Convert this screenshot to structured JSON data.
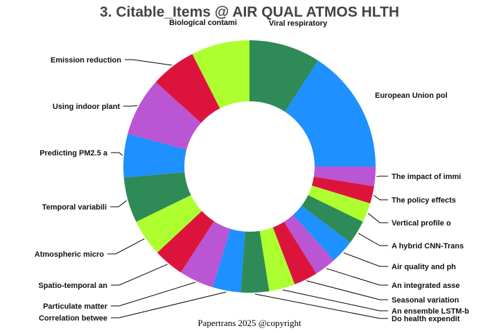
{
  "chart_data": {
    "type": "pie",
    "donut": true,
    "title": "3. Citable_Items @ AIR QUAL ATMOS HLTH",
    "footer": "Papertrans 2025 @copyright",
    "colors": [
      "#2e8b57",
      "#1e90ff",
      "#ba55d3",
      "#dc143c",
      "#adff2f"
    ],
    "slices": [
      {
        "label": "Viral respiratory",
        "value": 33
      },
      {
        "label": "European Union pol",
        "value": 57
      },
      {
        "label": "The impact of immi",
        "value": 9
      },
      {
        "label": "The policy effects",
        "value": 8
      },
      {
        "label": "Vertical profile o",
        "value": 9
      },
      {
        "label": "A hybrid CNN-Trans",
        "value": 11
      },
      {
        "label": "Air quality and ph",
        "value": 11
      },
      {
        "label": "An integrated asse",
        "value": 10
      },
      {
        "label": "Seasonal variation",
        "value": 11
      },
      {
        "label": "An ensemble LSTM-b",
        "value": 12
      },
      {
        "label": "Do health expendit",
        "value": 13
      },
      {
        "label": "Correlation betwee",
        "value": 13
      },
      {
        "label": "Particulate matter",
        "value": 16
      },
      {
        "label": "Spatio-temporal an",
        "value": 14
      },
      {
        "label": "Atmospheric micro",
        "value": 17
      },
      {
        "label": "Temporal variabili",
        "value": 21
      },
      {
        "label": "Predicting PM2.5 a",
        "value": 20
      },
      {
        "label": "Using indoor plant",
        "value": 27
      },
      {
        "label": "Emission reduction",
        "value": 21
      },
      {
        "label": "Biological contami",
        "value": 27
      }
    ]
  }
}
